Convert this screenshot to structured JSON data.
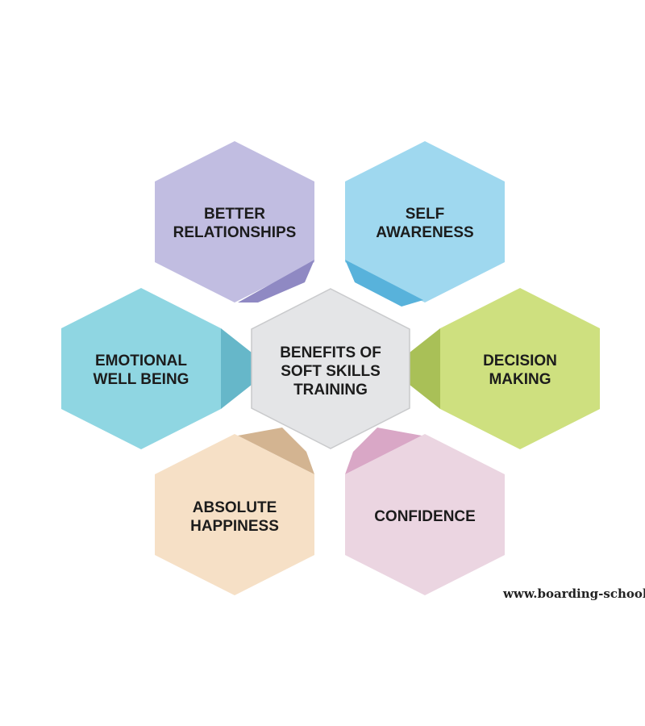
{
  "center": {
    "line1": "BENEFITS OF",
    "line2": "SOFT SKILLS",
    "line3": "TRAINING",
    "color": "#e4e5e7"
  },
  "benefits": [
    {
      "line1": "BETTER",
      "line2": "RELATIONSHIPS",
      "color": "#c1bde1",
      "accent": "#8f89c3"
    },
    {
      "line1": "SELF",
      "line2": "AWARENESS",
      "color": "#9fd8ef",
      "accent": "#58b2db"
    },
    {
      "line1": "EMOTIONAL",
      "line2": "WELL BEING",
      "color": "#8fd6e2",
      "accent": "#66b7c9"
    },
    {
      "line1": "DECISION",
      "line2": "MAKING",
      "color": "#cee07f",
      "accent": "#a9c057"
    },
    {
      "line1": "ABSOLUTE",
      "line2": "HAPPINESS",
      "color": "#f6e0c6",
      "accent": "#d3b491"
    },
    {
      "line1": "CONFIDENCE",
      "color": "#ebd5e1",
      "accent": "#d9a7c6"
    }
  ],
  "watermark": "www.boarding-schools."
}
